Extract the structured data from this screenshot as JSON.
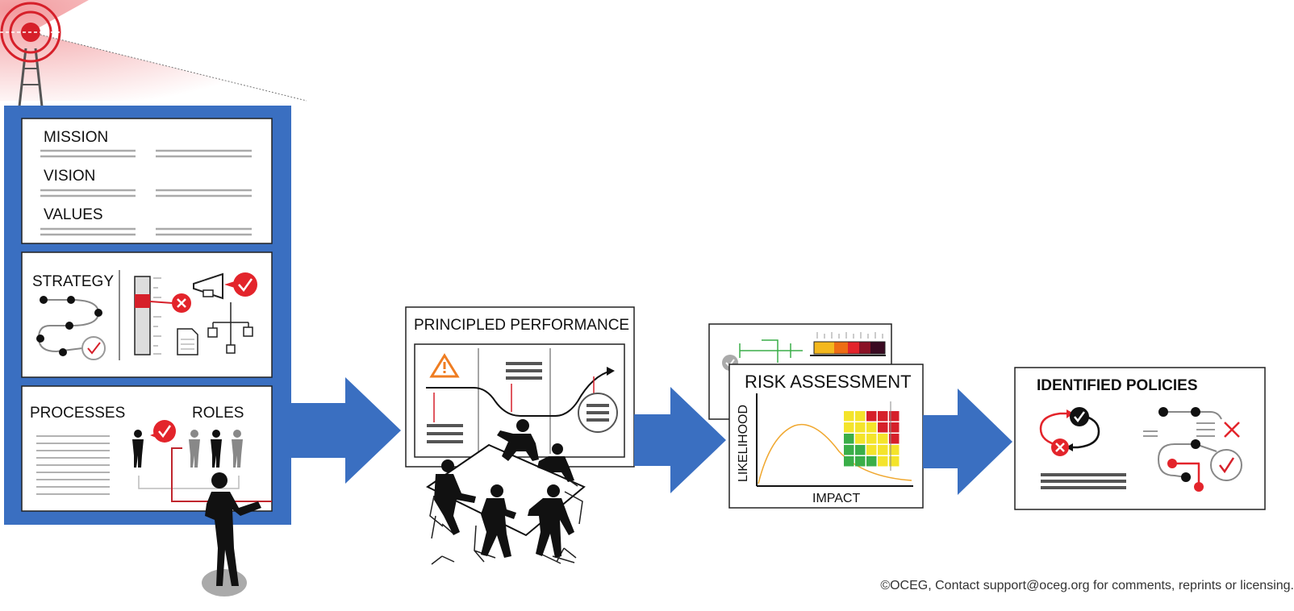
{
  "panels": {
    "mission_label": "MISSION",
    "vision_label": "VISION",
    "values_label": "VALUES",
    "strategy_label": "STRATEGY",
    "processes_label": "PROCESSES",
    "roles_label": "ROLES"
  },
  "principled_performance": {
    "title": "PRINCIPLED PERFORMANCE"
  },
  "risk_assessment": {
    "title": "RISK ASSESSMENT",
    "y_axis_label": "LIKELIHOOD",
    "x_axis_label": "IMPACT"
  },
  "identified_policies": {
    "title": "IDENTIFIED POLICIES"
  },
  "footer": {
    "copyright": "©OCEG, Contact support@oceg.org for comments, reprints or licensing."
  },
  "colors": {
    "brand_blue": "#3a6fc1",
    "alert_red": "#e3242b",
    "heat_green": "#3aae48",
    "heat_yellow": "#f4e42b",
    "heat_red": "#d6202a",
    "curve_orange": "#f0a830",
    "warning_orange": "#ef7d22"
  },
  "icons": [
    "radar-tower-icon",
    "person-pointing-icon",
    "meeting-table-icon",
    "warning-icon",
    "checkmark-badge-icon",
    "x-badge-icon",
    "megaphone-icon",
    "org-chart-icon",
    "document-icon",
    "thermometer-gauge-icon",
    "cycle-arrows-icon",
    "flow-path-icon"
  ]
}
